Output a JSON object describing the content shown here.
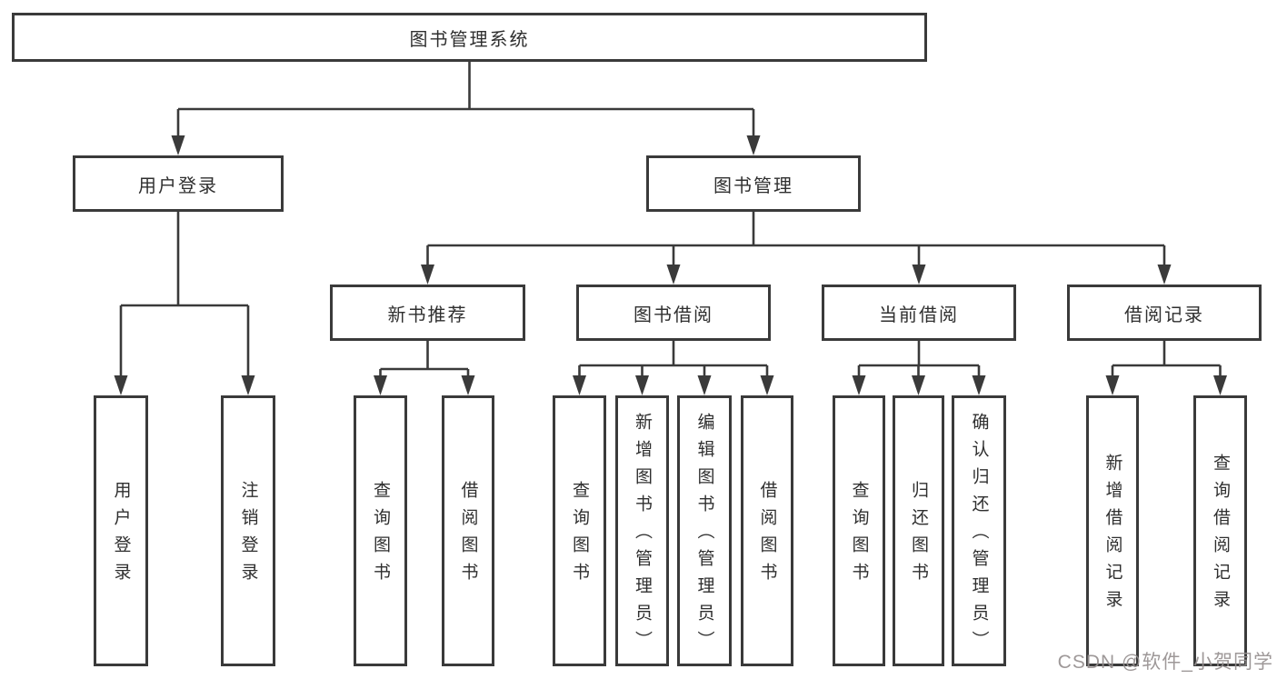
{
  "diagram": {
    "title": "图书管理系统",
    "root": {
      "label": "图书管理系统"
    },
    "level2": [
      {
        "id": "user-login",
        "label": "用户登录"
      },
      {
        "id": "book-management",
        "label": "图书管理"
      }
    ],
    "level3": [
      {
        "id": "new-book-recommend",
        "label": "新书推荐"
      },
      {
        "id": "book-borrowing",
        "label": "图书借阅"
      },
      {
        "id": "current-borrowing",
        "label": "当前借阅"
      },
      {
        "id": "borrowing-records",
        "label": "借阅记录"
      }
    ],
    "leaves": {
      "user_login": [
        "用户登录",
        "注销登录"
      ],
      "new_book": [
        "查询图书",
        "借阅图书"
      ],
      "book_borrowing": [
        "查询图书",
        "新增图书（管理员）",
        "编辑图书（管理员）",
        "借阅图书"
      ],
      "current_borrowing": [
        "查询图书",
        "归还图书",
        "确认归还（管理员）"
      ],
      "borrowing_records": [
        "新增借阅记录",
        "查询借阅记录"
      ]
    },
    "colors": {
      "line": "#3a3a3a",
      "box_border": "#3a3a3a",
      "text": "#2f2f2f",
      "background": "#ffffff",
      "watermark": "#969090"
    }
  },
  "watermark": {
    "text": "CSDN @软件_小贺同学"
  }
}
